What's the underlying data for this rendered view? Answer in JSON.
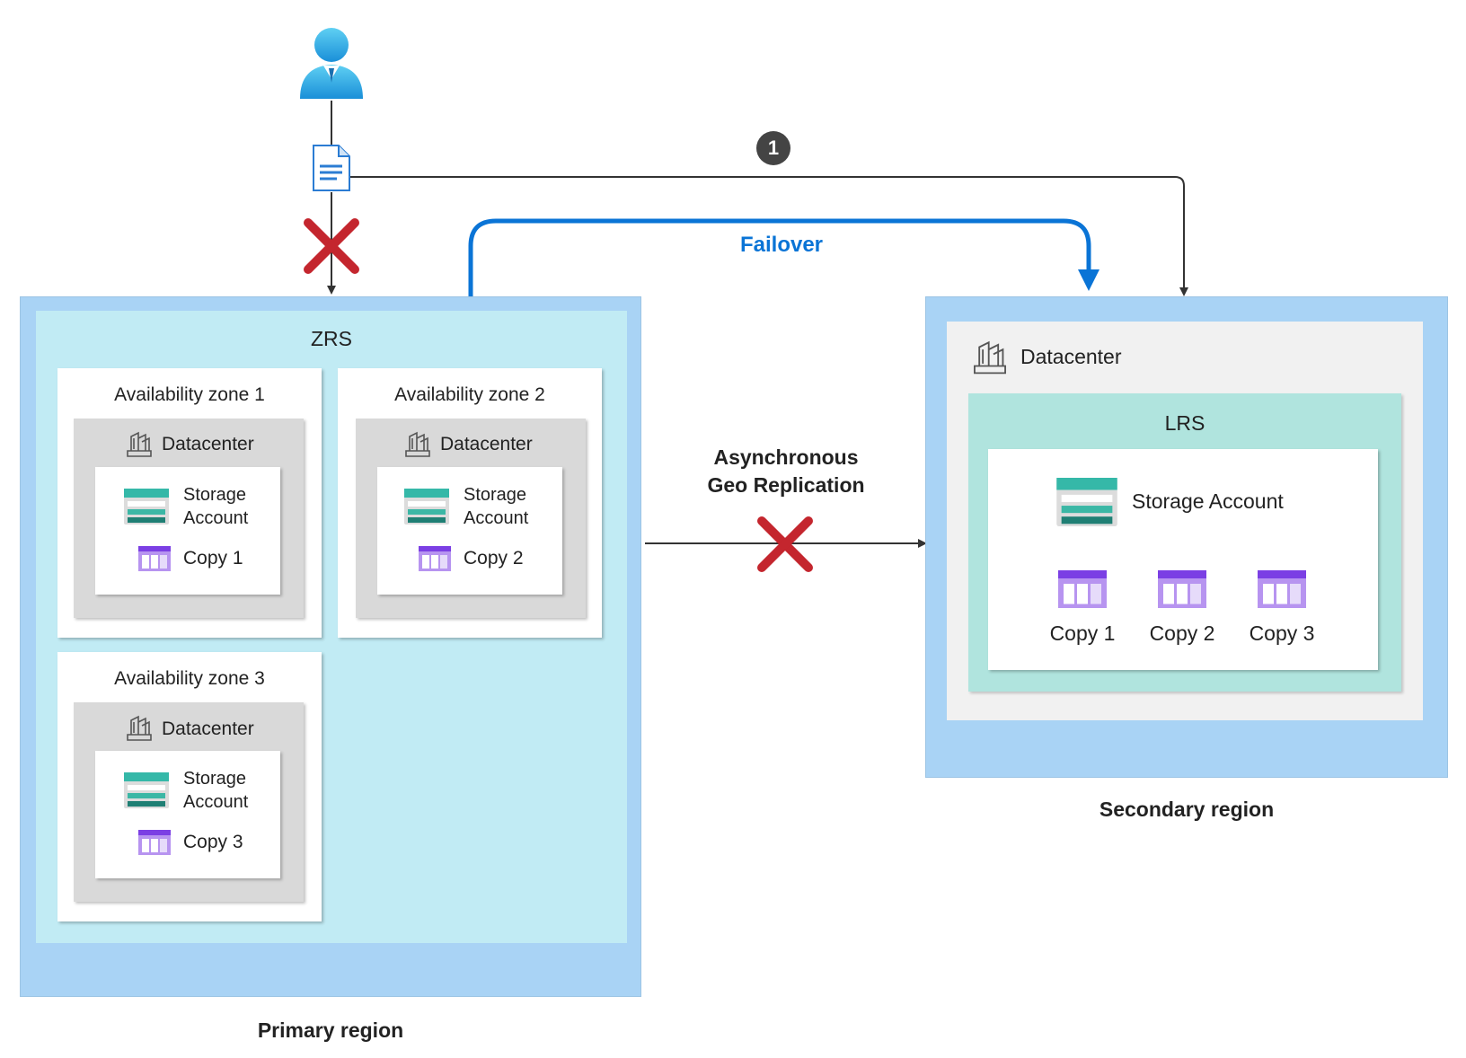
{
  "step_badge": "1",
  "failover_label": "Failover",
  "replication_label": {
    "line1": "Asynchronous",
    "line2": "Geo Replication"
  },
  "primary": {
    "region_label": "Primary region",
    "zrs_label": "ZRS",
    "zones": [
      {
        "title": "Availability zone 1",
        "datacenter": "Datacenter",
        "storage_line1": "Storage",
        "storage_line2": "Account",
        "copy": "Copy 1"
      },
      {
        "title": "Availability zone 2",
        "datacenter": "Datacenter",
        "storage_line1": "Storage",
        "storage_line2": "Account",
        "copy": "Copy 2"
      },
      {
        "title": "Availability zone 3",
        "datacenter": "Datacenter",
        "storage_line1": "Storage",
        "storage_line2": "Account",
        "copy": "Copy 3"
      }
    ]
  },
  "secondary": {
    "region_label": "Secondary region",
    "datacenter": "Datacenter",
    "lrs_label": "LRS",
    "storage_account": "Storage Account",
    "copies": [
      "Copy 1",
      "Copy 2",
      "Copy 3"
    ]
  },
  "colors": {
    "failover_blue": "#0a74d6",
    "error_red": "#c4262e",
    "region_blue": "#a9d3f5",
    "zrs_cyan": "#c1ebf4",
    "lrs_teal": "#b0e4de"
  }
}
